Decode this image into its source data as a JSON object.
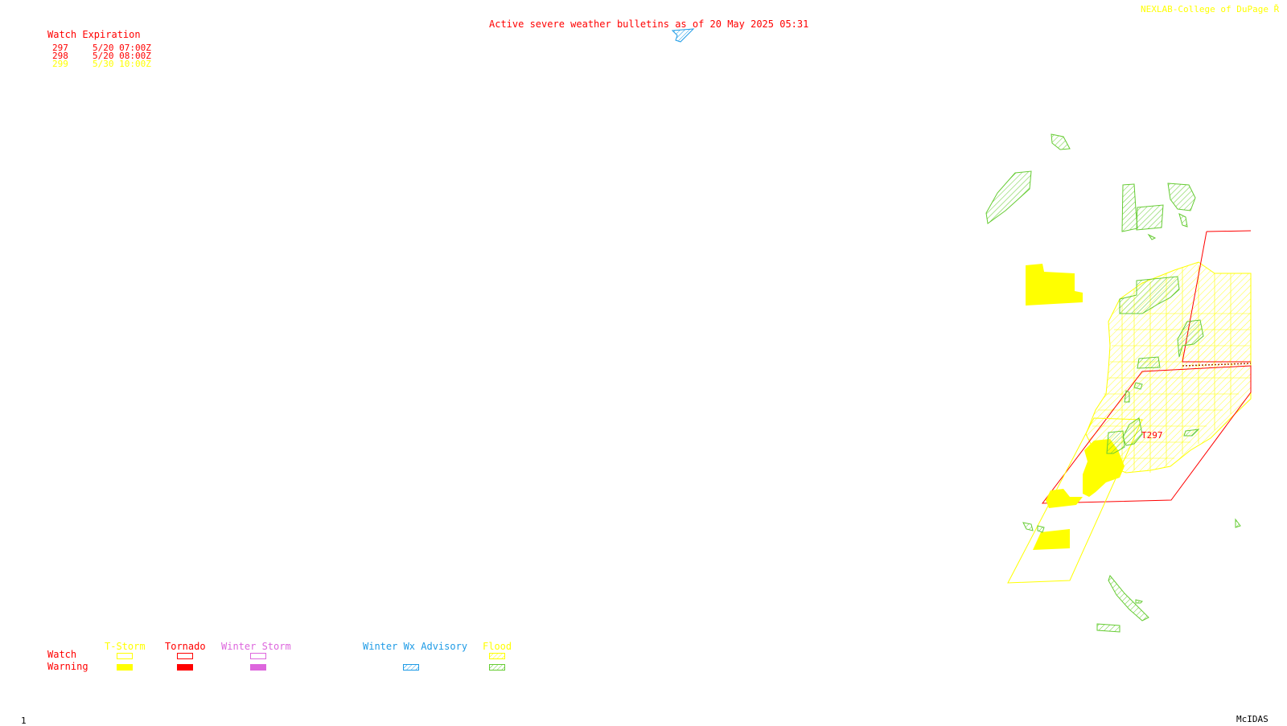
{
  "header": {
    "title": "Active severe weather bulletins as of 20 May 2025 05:31",
    "credit": "NEXLAB-College of DuPage Ř"
  },
  "watch_table": {
    "heading": "Watch Expiration",
    "rows": [
      {
        "id": "297",
        "expires": "5/20 07:00Z",
        "color": "#ff0000"
      },
      {
        "id": "298",
        "expires": "5/20 08:00Z",
        "color": "#ff0000"
      },
      {
        "id": "299",
        "expires": "5/30 10:00Z",
        "color": "#ffff00"
      }
    ]
  },
  "map": {
    "watch_label": "T297"
  },
  "legend": {
    "row_labels": {
      "watch": "Watch",
      "warning": "Warning"
    },
    "categories": [
      {
        "name": "T-Storm",
        "color": "#ffff00",
        "watch_style": "outline",
        "warning_style": "solid"
      },
      {
        "name": "Tornado",
        "color": "#ff0000",
        "watch_style": "outline",
        "warning_style": "solid"
      },
      {
        "name": "Winter Storm",
        "color": "#dd66dd",
        "watch_style": "outline",
        "warning_style": "solid"
      },
      {
        "name": "Winter Wx Advisory",
        "color": "#1e9be6",
        "watch_style": "none",
        "warning_style": "hatched"
      },
      {
        "name": "Flood",
        "color": "#ffff00",
        "watch_style": "hatched",
        "warning_style": "hatched-green"
      }
    ]
  },
  "colors": {
    "tstorm": "#ffff00",
    "tornado": "#ff0000",
    "winter_storm": "#dd66dd",
    "winter_advisory": "#1e9be6",
    "flood": "#66cc33",
    "title": "#ff0000"
  },
  "footer": {
    "frame_number": "1",
    "software": "McIDAS"
  }
}
